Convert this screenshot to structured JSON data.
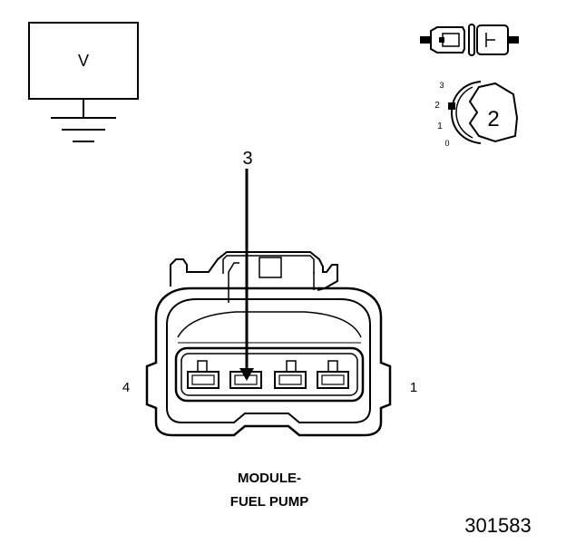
{
  "meter": {
    "label": "V"
  },
  "switch_icon": {
    "positions": [
      "3",
      "2",
      "1",
      "0"
    ],
    "selected": "2"
  },
  "callout": {
    "label": "3"
  },
  "connector": {
    "pin_left_label": "4",
    "pin_right_label": "1",
    "caption_line1": "MODULE-",
    "caption_line2": "FUEL PUMP"
  },
  "figure_id": "301583",
  "colors": {
    "ink": "#000000",
    "paper": "#ffffff"
  }
}
